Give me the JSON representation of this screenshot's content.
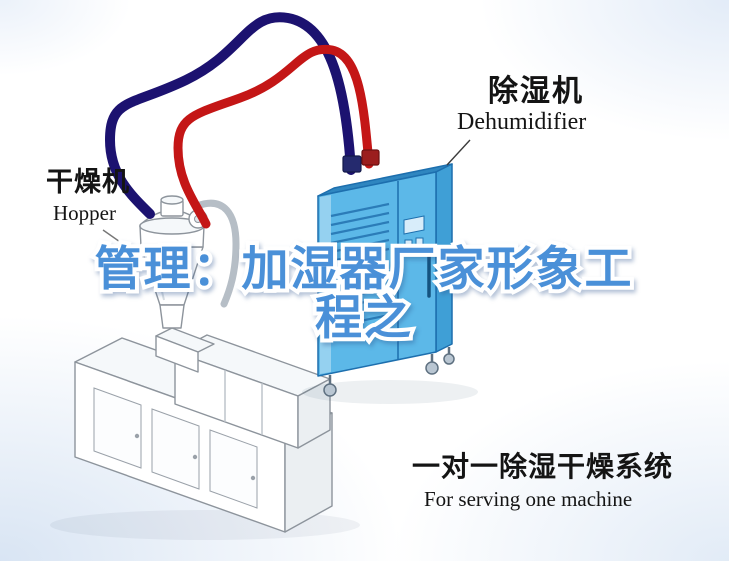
{
  "labels": {
    "dryer": {
      "cn": "干燥机",
      "en": "Hopper"
    },
    "dehumidifier": {
      "cn": "除湿机",
      "en": "Dehumidifier"
    },
    "system": {
      "cn": "一对一除湿干燥系统",
      "en": "For serving one machine"
    }
  },
  "watermark": {
    "line1": "管理：加湿器厂家形象工",
    "line2": "程之"
  },
  "colors": {
    "pipe_red": "#c41616",
    "pipe_navy": "#1c1270",
    "dehumidifier_body": "#5cb8e8",
    "dehumidifier_side": "#3f9fd6",
    "dehumidifier_top": "#2f86c0",
    "watermark_blue": "#4a90d8",
    "outline_gray": "#8d949c"
  }
}
